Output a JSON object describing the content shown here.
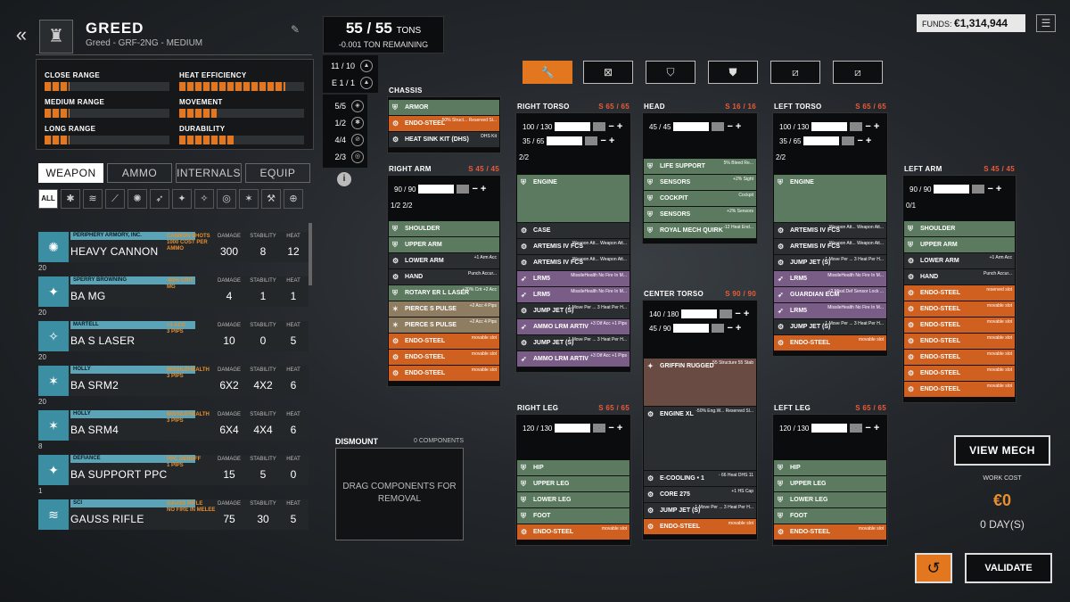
{
  "mech": {
    "name": "GREED",
    "subtitle": "Greed - GRF-2NG - MEDIUM"
  },
  "stats": [
    {
      "label": "CLOSE RANGE",
      "fill": 0.2
    },
    {
      "label": "HEAT EFFICIENCY",
      "fill": 0.85
    },
    {
      "label": "MEDIUM RANGE",
      "fill": 0.2
    },
    {
      "label": "MOVEMENT",
      "fill": 0.3
    },
    {
      "label": "LONG RANGE",
      "fill": 0.2
    },
    {
      "label": "DURABILITY",
      "fill": 0.45
    }
  ],
  "tabs": [
    "WEAPON",
    "AMMO",
    "INTERNALS",
    "EQUIP"
  ],
  "filter_all": "ALL",
  "columns": {
    "damage": "DAMAGE",
    "stability": "STABILITY",
    "heat": "HEAT"
  },
  "weapons": [
    {
      "count": "",
      "mfr": "PERIPHERY ARMORY, INC.",
      "name": "HEAVY CANNON",
      "perk": "CANNON SHOTS",
      "perk2": "1000 COST PER AMMO",
      "damage": "300",
      "stability": "8",
      "heat": "12"
    },
    {
      "count": "20",
      "mfr": "SPERRY BROWNING",
      "name": "BA MG",
      "perk": "-60% CRIT",
      "perk2": "MG",
      "damage": "4",
      "stability": "1",
      "heat": "1"
    },
    {
      "count": "20",
      "mfr": "MARTELL",
      "name": "BA S LASER",
      "perk": "+1 ACC",
      "perk2": "3 PIPS",
      "damage": "10",
      "stability": "0",
      "heat": "5"
    },
    {
      "count": "20",
      "mfr": "HOLLY",
      "name": "BA SRM2",
      "perk": "MISSILEHEALTH",
      "perk2": "3 PIPS",
      "damage": "6X2",
      "stability": "4X2",
      "heat": "6"
    },
    {
      "count": "20",
      "mfr": "HOLLY",
      "name": "BA SRM4",
      "perk": "MISSILEHEALTH",
      "perk2": "3 PIPS",
      "damage": "6X4",
      "stability": "4X4",
      "heat": "6"
    },
    {
      "count": "8",
      "mfr": "DEFIANCE",
      "name": "BA SUPPORT PPC",
      "perk": "PPC DEBUFF",
      "perk2": "1 PIPS",
      "damage": "15",
      "stability": "5",
      "heat": "0"
    },
    {
      "count": "1",
      "mfr": "SCI",
      "name": "GAUSS RIFLE",
      "perk": "GAUSS RIFLE",
      "perk2": "NO FIRE IN MELEE",
      "damage": "75",
      "stability": "30",
      "heat": "5"
    }
  ],
  "tonnage": {
    "value": "55 / 55",
    "unit": "TONS",
    "remaining": "-0.001 TON REMAINING"
  },
  "hardpoints": [
    {
      "text": "11 / 10"
    },
    {
      "text": "E 1 / 1"
    },
    {
      "text": "5/5"
    },
    {
      "text": "1/2"
    },
    {
      "text": "4/4"
    },
    {
      "text": "2/3"
    }
  ],
  "info": "i",
  "toolbar": [
    "wrench-icon",
    "x-box-icon",
    "shield-x-icon",
    "shield-icon",
    "slash-box-icon",
    "slash-box-icon"
  ],
  "sections": {
    "chassis": {
      "title": "CHASSIS",
      "slots": [
        {
          "c": "green",
          "name": "ARMOR",
          "desc": ""
        },
        {
          "c": "orange",
          "name": "ENDO-STEEL",
          "desc": "50% Struct... Reserved Sl..."
        },
        {
          "c": "dark",
          "name": "HEAT SINK KIT (DHS)",
          "desc": "DHS Kit"
        }
      ]
    },
    "right_arm": {
      "title": "RIGHT ARM",
      "armor": "S 45 / 45",
      "rows": [
        "90 / 90"
      ],
      "extra": "1/2   2/2",
      "slots": [
        {
          "c": "green",
          "name": "SHOULDER",
          "desc": ""
        },
        {
          "c": "green",
          "name": "UPPER ARM",
          "desc": ""
        },
        {
          "c": "dark",
          "name": "LOWER ARM",
          "desc": "+1 Arm Acc"
        },
        {
          "c": "dark",
          "name": "HAND",
          "desc": "Punch Accur..."
        },
        {
          "c": "green",
          "name": "ROTARY ER L LASER",
          "desc": "+20% Crit +2 Acc"
        },
        {
          "c": "tan",
          "name": "PIERCE S PULSE",
          "desc": "+2 Acc 4 Pips"
        },
        {
          "c": "tan",
          "name": "PIERCE S PULSE",
          "desc": "+2 Acc 4 Pips"
        },
        {
          "c": "orange",
          "name": "ENDO-STEEL",
          "desc": "movable slot"
        },
        {
          "c": "orange",
          "name": "ENDO-STEEL",
          "desc": "movable slot"
        },
        {
          "c": "orange",
          "name": "ENDO-STEEL",
          "desc": "movable slot"
        }
      ]
    },
    "right_torso": {
      "title": "RIGHT TORSO",
      "armor": "S 65 / 65",
      "rows": [
        "100 / 130",
        "35 / 65"
      ],
      "extra": "2/2",
      "slots": [
        {
          "c": "green",
          "name": "ENGINE",
          "desc": "",
          "h": 54
        },
        {
          "c": "dark",
          "name": "CASE",
          "desc": ""
        },
        {
          "c": "dark",
          "name": "ARTEMIS IV FCS",
          "desc": "Weapon Att... Weapon Att..."
        },
        {
          "c": "dark",
          "name": "ARTEMIS IV FCS",
          "desc": "Weapon Att... Weapon Att..."
        },
        {
          "c": "purple",
          "name": "LRM5",
          "desc": "MissileHealth No Fire In M..."
        },
        {
          "c": "purple",
          "name": "LRM5",
          "desc": "MissileHealth No Fire In M..."
        },
        {
          "c": "dark",
          "name": "JUMP JET (S)",
          "desc": "1 Move Per ... 3 Heat Per H..."
        },
        {
          "c": "purple",
          "name": "AMMO LRM ARTIV",
          "desc": "+3 Dif Acc +1 Pips"
        },
        {
          "c": "dark",
          "name": "JUMP JET (S)",
          "desc": "1 Move Per ... 3 Heat Per H..."
        },
        {
          "c": "purple",
          "name": "AMMO LRM ARTIV",
          "desc": "+3 Dif Acc +1 Pips"
        }
      ]
    },
    "head": {
      "title": "HEAD",
      "armor": "S 16 / 16",
      "rows": [
        "45 / 45"
      ],
      "slots": [
        {
          "c": "green",
          "name": "LIFE SUPPORT",
          "desc": "5% Bleed Re..."
        },
        {
          "c": "green",
          "name": "SENSORS",
          "desc": "+2% Sight"
        },
        {
          "c": "green",
          "name": "COCKPIT",
          "desc": "Cockpit"
        },
        {
          "c": "green",
          "name": "SENSORS",
          "desc": "+2% Sensors"
        },
        {
          "c": "green",
          "name": "ROYAL MECH QUIRK",
          "desc": "-12 Heat End..."
        }
      ]
    },
    "center_torso": {
      "title": "CENTER TORSO",
      "armor": "S 90 / 90",
      "rows": [
        "140 / 180",
        "45 / 90"
      ],
      "slots": [
        {
          "c": "brown",
          "name": "GRIFFIN RUGGED",
          "desc": "55 Structure 55 Stab",
          "h": 54
        },
        {
          "c": "dark",
          "name": "ENGINE XL",
          "desc": "-50% Eng.W... Reserved Sl...",
          "h": 72
        },
        {
          "c": "dark",
          "name": "E-COOLING • 1",
          "desc": "- 66 Heat DHS 11"
        },
        {
          "c": "dark",
          "name": "CORE 275",
          "desc": "+1 HS Cap"
        },
        {
          "c": "dark",
          "name": "JUMP JET (S)",
          "desc": "1 Move Per ... 3 Heat Per H..."
        },
        {
          "c": "orange",
          "name": "ENDO-STEEL",
          "desc": "movable slot"
        }
      ]
    },
    "left_torso": {
      "title": "LEFT TORSO",
      "armor": "S 65 / 65",
      "rows": [
        "100 / 130",
        "35 / 65"
      ],
      "extra": "2/2",
      "slots": [
        {
          "c": "green",
          "name": "ENGINE",
          "desc": "",
          "h": 54
        },
        {
          "c": "dark",
          "name": "ARTEMIS IV FCS",
          "desc": "Weapon Att... Weapon Att..."
        },
        {
          "c": "dark",
          "name": "ARTEMIS IV FCS",
          "desc": "Weapon Att... Weapon Att..."
        },
        {
          "c": "dark",
          "name": "JUMP JET (S)",
          "desc": "1 Move Per ... 3 Heat Per H..."
        },
        {
          "c": "purple",
          "name": "LRM5",
          "desc": "MissileHealth No Fire In M..."
        },
        {
          "c": "purple",
          "name": "GUARDIAN ECM",
          "desc": "+2 Missl.Def Sensor Lock ..."
        },
        {
          "c": "purple",
          "name": "LRM5",
          "desc": "MissileHealth No Fire In M..."
        },
        {
          "c": "dark",
          "name": "JUMP JET (S)",
          "desc": "1 Move Per ... 3 Heat Per H..."
        },
        {
          "c": "orange",
          "name": "ENDO-STEEL",
          "desc": "movable slot"
        }
      ]
    },
    "left_arm": {
      "title": "LEFT ARM",
      "armor": "S 45 / 45",
      "rows": [
        "90 / 90"
      ],
      "extra": "0/1",
      "slots": [
        {
          "c": "green",
          "name": "SHOULDER",
          "desc": ""
        },
        {
          "c": "green",
          "name": "UPPER ARM",
          "desc": ""
        },
        {
          "c": "dark",
          "name": "LOWER ARM",
          "desc": "+1 Arm Acc"
        },
        {
          "c": "dark",
          "name": "HAND",
          "desc": "Punch Accur..."
        },
        {
          "c": "orange",
          "name": "ENDO-STEEL",
          "desc": "reserved slot"
        },
        {
          "c": "orange",
          "name": "ENDO-STEEL",
          "desc": "movable slot"
        },
        {
          "c": "orange",
          "name": "ENDO-STEEL",
          "desc": "movable slot"
        },
        {
          "c": "orange",
          "name": "ENDO-STEEL",
          "desc": "movable slot"
        },
        {
          "c": "orange",
          "name": "ENDO-STEEL",
          "desc": "movable slot"
        },
        {
          "c": "orange",
          "name": "ENDO-STEEL",
          "desc": "movable slot"
        },
        {
          "c": "orange",
          "name": "ENDO-STEEL",
          "desc": "movable slot"
        }
      ]
    },
    "right_leg": {
      "title": "RIGHT LEG",
      "armor": "S 65 / 65",
      "rows": [
        "120 / 130"
      ],
      "slots": [
        {
          "c": "green",
          "name": "HIP",
          "desc": ""
        },
        {
          "c": "green",
          "name": "UPPER LEG",
          "desc": ""
        },
        {
          "c": "green",
          "name": "LOWER LEG",
          "desc": ""
        },
        {
          "c": "green",
          "name": "FOOT",
          "desc": ""
        },
        {
          "c": "orange",
          "name": "ENDO-STEEL",
          "desc": "movable slot"
        }
      ]
    },
    "left_leg": {
      "title": "LEFT LEG",
      "armor": "S 65 / 65",
      "rows": [
        "120 / 130"
      ],
      "slots": [
        {
          "c": "green",
          "name": "HIP",
          "desc": ""
        },
        {
          "c": "green",
          "name": "UPPER LEG",
          "desc": ""
        },
        {
          "c": "green",
          "name": "LOWER LEG",
          "desc": ""
        },
        {
          "c": "green",
          "name": "FOOT",
          "desc": ""
        },
        {
          "c": "orange",
          "name": "ENDO-STEEL",
          "desc": "movable slot"
        }
      ]
    }
  },
  "dismount": {
    "title": "DISMOUNT",
    "count": "0 COMPONENTS",
    "drop_text": "DRAG COMPONENTS FOR REMOVAL"
  },
  "funds": {
    "label": "FUNDS:",
    "value": "€1,314,944"
  },
  "view_mech": "VIEW MECH",
  "work_cost": {
    "label": "WORK COST",
    "value": "€0",
    "days": "0 DAY(S)"
  },
  "validate": "VALIDATE",
  "colors": {
    "accent": "#e2771f",
    "slot_green": "#5b7a5f",
    "slot_orange": "#d0601f",
    "slot_purple": "#7a5d87"
  }
}
